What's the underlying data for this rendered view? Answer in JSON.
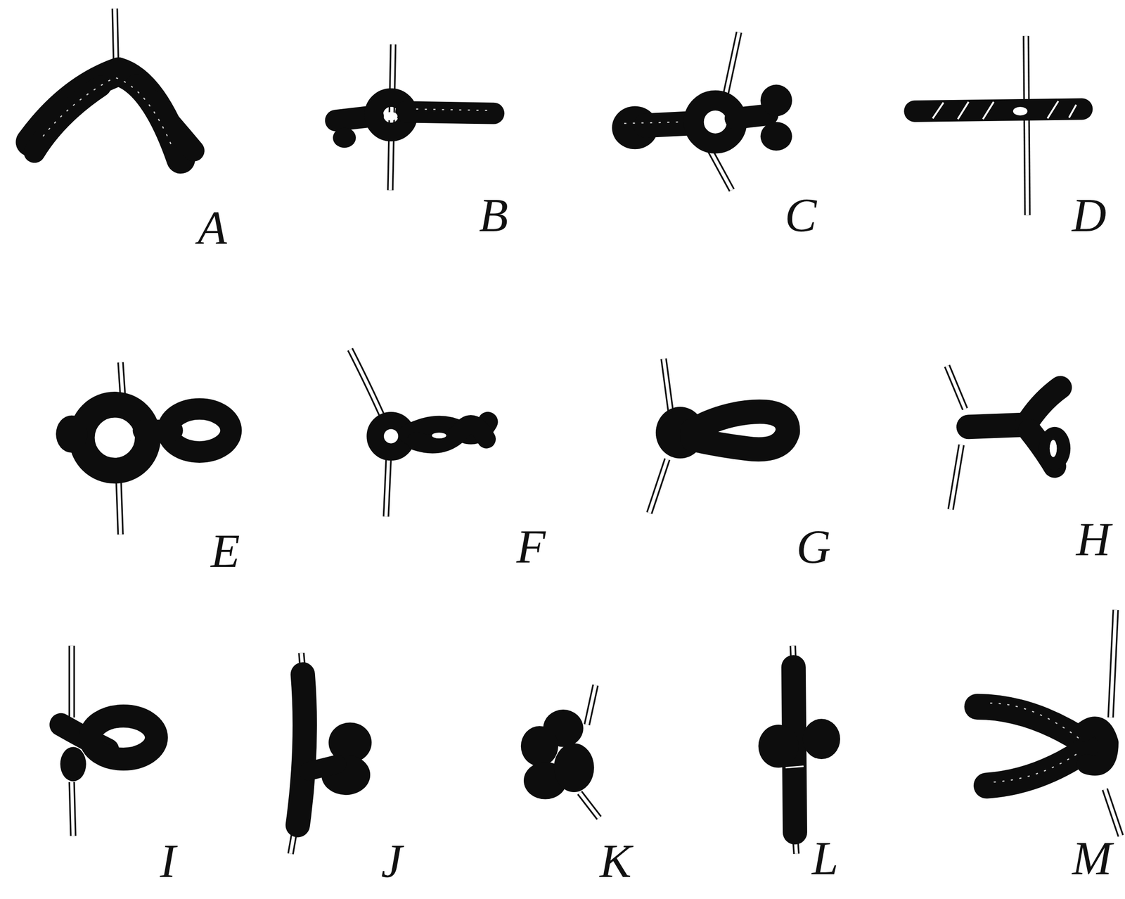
{
  "diagram": {
    "labels": [
      "A",
      "B",
      "C",
      "D",
      "E",
      "F",
      "G",
      "H",
      "I",
      "J",
      "K",
      "L",
      "M"
    ]
  }
}
